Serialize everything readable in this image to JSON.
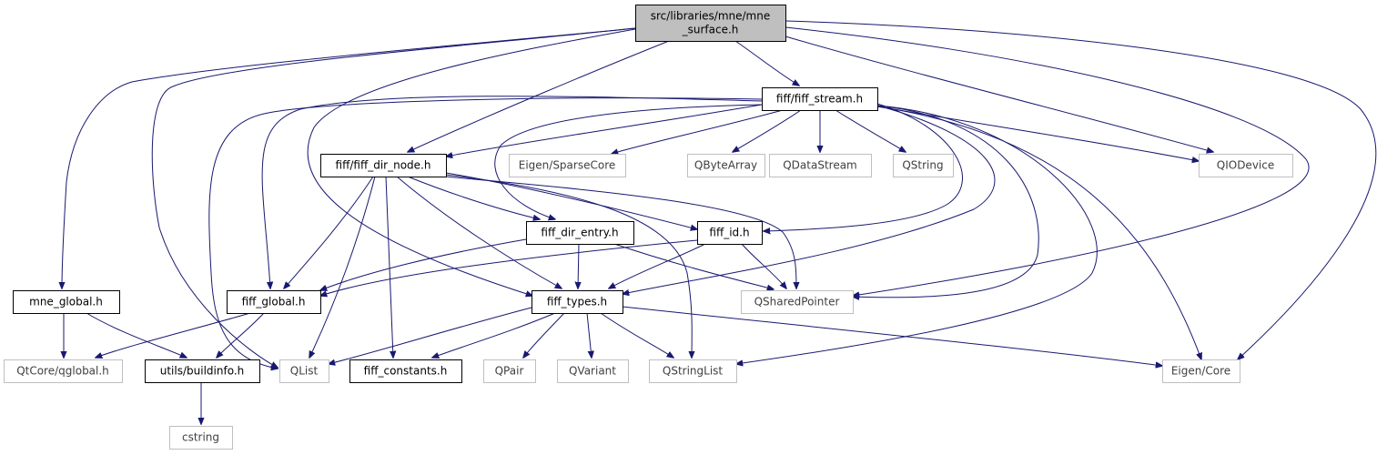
{
  "diagram": {
    "colors": {
      "edge": "#191970",
      "root_fill": "#bfbfbf",
      "node_border": "#000000",
      "external_border": "#bfbfbf",
      "external_text": "#404040",
      "node_text": "#000000"
    },
    "nodes": [
      {
        "id": "root",
        "lines": [
          "src/libraries/mne/mne",
          "_surface.h"
        ],
        "kind": "root"
      },
      {
        "id": "fiff_stream",
        "lines": [
          "fiff/fiff_stream.h"
        ],
        "kind": "internal"
      },
      {
        "id": "fiff_dir_node",
        "lines": [
          "fiff/fiff_dir_node.h"
        ],
        "kind": "internal"
      },
      {
        "id": "eigen_sparsecore",
        "lines": [
          "Eigen/SparseCore"
        ],
        "kind": "external"
      },
      {
        "id": "qbytearray",
        "lines": [
          "QByteArray"
        ],
        "kind": "external"
      },
      {
        "id": "qdatastream",
        "lines": [
          "QDataStream"
        ],
        "kind": "external"
      },
      {
        "id": "qstring",
        "lines": [
          "QString"
        ],
        "kind": "external"
      },
      {
        "id": "qiodevice",
        "lines": [
          "QIODevice"
        ],
        "kind": "external"
      },
      {
        "id": "fiff_dir_entry",
        "lines": [
          "fiff_dir_entry.h"
        ],
        "kind": "internal"
      },
      {
        "id": "fiff_id",
        "lines": [
          "fiff_id.h"
        ],
        "kind": "internal"
      },
      {
        "id": "mne_global",
        "lines": [
          "mne_global.h"
        ],
        "kind": "internal"
      },
      {
        "id": "fiff_global",
        "lines": [
          "fiff_global.h"
        ],
        "kind": "internal"
      },
      {
        "id": "fiff_types",
        "lines": [
          "fiff_types.h"
        ],
        "kind": "internal"
      },
      {
        "id": "qsharedpointer",
        "lines": [
          "QSharedPointer"
        ],
        "kind": "external"
      },
      {
        "id": "qtcore_qglobal",
        "lines": [
          "QtCore/qglobal.h"
        ],
        "kind": "external"
      },
      {
        "id": "utils_buildinfo",
        "lines": [
          "utils/buildinfo.h"
        ],
        "kind": "internal"
      },
      {
        "id": "qlist",
        "lines": [
          "QList"
        ],
        "kind": "external"
      },
      {
        "id": "fiff_constants",
        "lines": [
          "fiff_constants.h"
        ],
        "kind": "internal"
      },
      {
        "id": "qpair",
        "lines": [
          "QPair"
        ],
        "kind": "external"
      },
      {
        "id": "qvariant",
        "lines": [
          "QVariant"
        ],
        "kind": "external"
      },
      {
        "id": "qstringlist",
        "lines": [
          "QStringList"
        ],
        "kind": "external"
      },
      {
        "id": "eigen_core",
        "lines": [
          "Eigen/Core"
        ],
        "kind": "external"
      },
      {
        "id": "cstring",
        "lines": [
          "cstring"
        ],
        "kind": "external"
      }
    ],
    "edges": [
      {
        "from": "root",
        "to": "mne_global"
      },
      {
        "from": "root",
        "to": "qlist"
      },
      {
        "from": "root",
        "to": "fiff_types"
      },
      {
        "from": "root",
        "to": "fiff_dir_node"
      },
      {
        "from": "root",
        "to": "fiff_stream"
      },
      {
        "from": "root",
        "to": "qiodevice"
      },
      {
        "from": "root",
        "to": "qsharedpointer"
      },
      {
        "from": "root",
        "to": "eigen_core"
      },
      {
        "from": "mne_global",
        "to": "qtcore_qglobal"
      },
      {
        "from": "mne_global",
        "to": "utils_buildinfo"
      },
      {
        "from": "utils_buildinfo",
        "to": "cstring"
      },
      {
        "from": "fiff_stream",
        "to": "fiff_global"
      },
      {
        "from": "fiff_stream",
        "to": "qlist"
      },
      {
        "from": "fiff_stream",
        "to": "fiff_dir_node"
      },
      {
        "from": "fiff_stream",
        "to": "fiff_dir_entry"
      },
      {
        "from": "fiff_stream",
        "to": "eigen_sparsecore"
      },
      {
        "from": "fiff_stream",
        "to": "qbytearray"
      },
      {
        "from": "fiff_stream",
        "to": "qdatastream"
      },
      {
        "from": "fiff_stream",
        "to": "qstring"
      },
      {
        "from": "fiff_stream",
        "to": "fiff_id"
      },
      {
        "from": "fiff_stream",
        "to": "fiff_types"
      },
      {
        "from": "fiff_stream",
        "to": "qsharedpointer"
      },
      {
        "from": "fiff_stream",
        "to": "qstringlist"
      },
      {
        "from": "fiff_stream",
        "to": "eigen_core"
      },
      {
        "from": "fiff_stream",
        "to": "qiodevice"
      },
      {
        "from": "fiff_dir_node",
        "to": "fiff_global"
      },
      {
        "from": "fiff_dir_node",
        "to": "qlist"
      },
      {
        "from": "fiff_dir_node",
        "to": "fiff_constants"
      },
      {
        "from": "fiff_dir_node",
        "to": "fiff_types"
      },
      {
        "from": "fiff_dir_node",
        "to": "fiff_dir_entry"
      },
      {
        "from": "fiff_dir_node",
        "to": "fiff_id"
      },
      {
        "from": "fiff_dir_node",
        "to": "qsharedpointer"
      },
      {
        "from": "fiff_dir_node",
        "to": "qstringlist"
      },
      {
        "from": "fiff_dir_entry",
        "to": "fiff_global"
      },
      {
        "from": "fiff_dir_entry",
        "to": "fiff_types"
      },
      {
        "from": "fiff_dir_entry",
        "to": "qsharedpointer"
      },
      {
        "from": "fiff_id",
        "to": "fiff_global"
      },
      {
        "from": "fiff_id",
        "to": "fiff_types"
      },
      {
        "from": "fiff_id",
        "to": "qsharedpointer"
      },
      {
        "from": "fiff_global",
        "to": "qtcore_qglobal"
      },
      {
        "from": "fiff_global",
        "to": "utils_buildinfo"
      },
      {
        "from": "fiff_types",
        "to": "qlist"
      },
      {
        "from": "fiff_types",
        "to": "fiff_constants"
      },
      {
        "from": "fiff_types",
        "to": "qpair"
      },
      {
        "from": "fiff_types",
        "to": "qvariant"
      },
      {
        "from": "fiff_types",
        "to": "qstringlist"
      },
      {
        "from": "fiff_types",
        "to": "eigen_core"
      }
    ]
  }
}
